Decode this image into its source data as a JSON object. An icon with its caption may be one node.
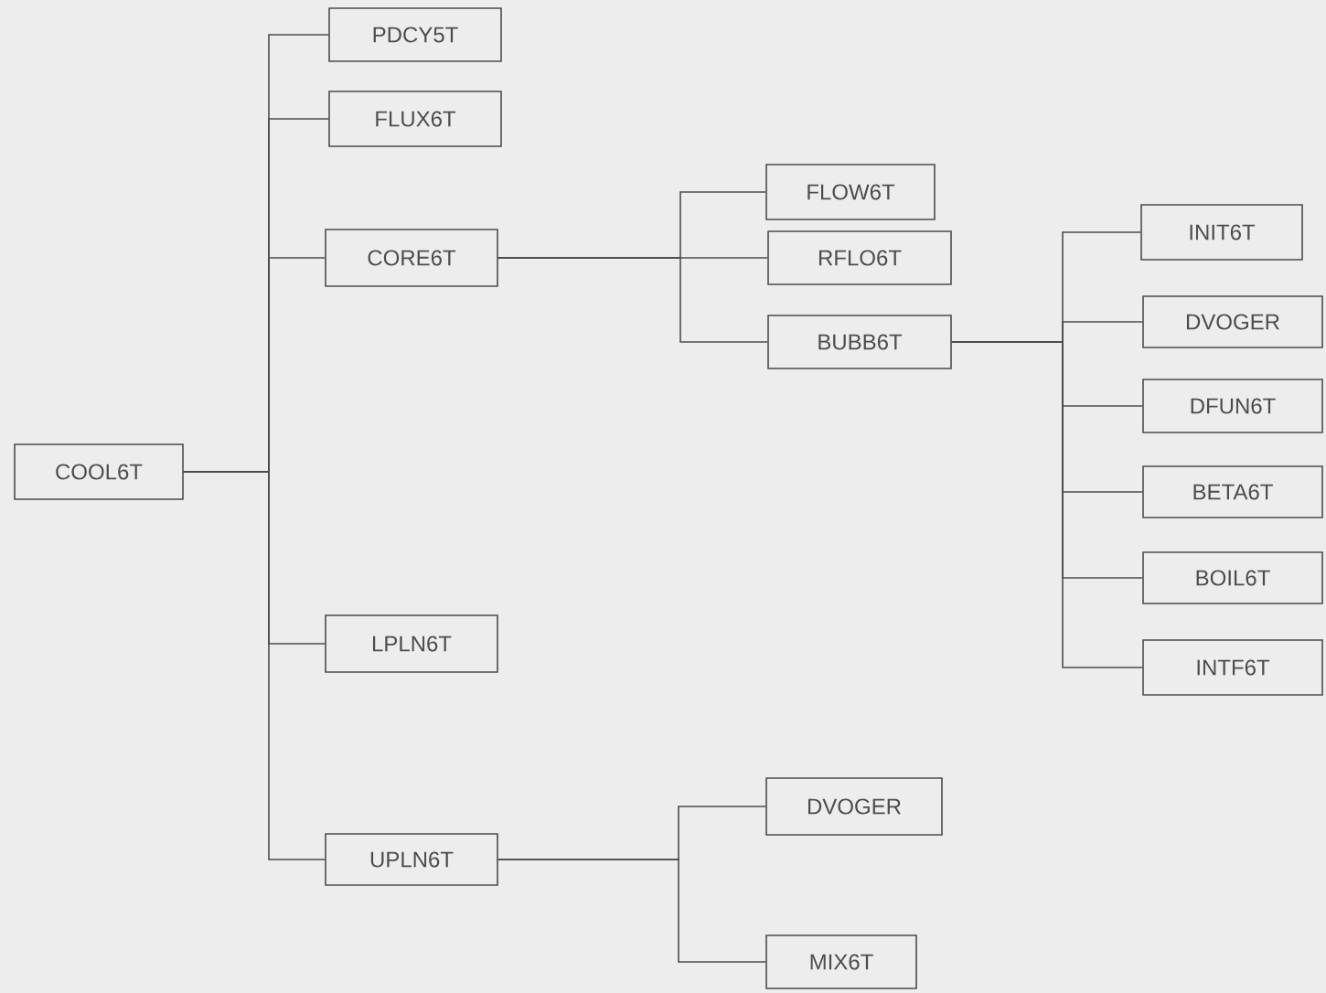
{
  "diagram": {
    "nodes": [
      {
        "text": [
          "COOL6T"
        ]
      },
      {
        "text": [
          "PDCY5T"
        ]
      },
      {
        "text": [
          "FLUX6T"
        ]
      },
      {
        "text": [
          "CORE6T"
        ]
      },
      {
        "text": [
          "LPLN6T"
        ]
      },
      {
        "text": [
          "UPLN6T"
        ]
      },
      {
        "text": [
          "FLOW6T"
        ]
      },
      {
        "text": [
          "RFLO6T"
        ]
      },
      {
        "text": [
          "BUBB6T"
        ]
      },
      {
        "text": [
          "INIT6T"
        ]
      },
      {
        "text": [
          "DVOGER"
        ]
      },
      {
        "text": [
          "DFUN6T"
        ]
      },
      {
        "text": [
          "BETA6T"
        ]
      },
      {
        "text": [
          "BOIL6T"
        ]
      },
      {
        "text": [
          "INTF6T"
        ]
      },
      {
        "text": [
          "DVOGER"
        ]
      },
      {
        "text": [
          "MIX6T"
        ]
      }
    ],
    "edges": [
      {
        "from": 0,
        "to": 1,
        "arrow": "none"
      },
      {
        "from": 0,
        "to": 2,
        "arrow": "none"
      },
      {
        "from": 0,
        "to": 3,
        "arrow": "none"
      },
      {
        "from": 0,
        "to": 4,
        "arrow": "none"
      },
      {
        "from": 0,
        "to": 5,
        "arrow": "none"
      },
      {
        "from": 3,
        "to": 6,
        "arrow": "none"
      },
      {
        "from": 3,
        "to": 7,
        "arrow": "none"
      },
      {
        "from": 3,
        "to": 8,
        "arrow": "none"
      },
      {
        "from": 8,
        "to": 9,
        "arrow": "none"
      },
      {
        "from": 8,
        "to": 10,
        "arrow": "none"
      },
      {
        "from": 8,
        "to": 11,
        "arrow": "none"
      },
      {
        "from": 8,
        "to": 12,
        "arrow": "none"
      },
      {
        "from": 8,
        "to": 13,
        "arrow": "none"
      },
      {
        "from": 8,
        "to": 14,
        "arrow": "none"
      },
      {
        "from": 5,
        "to": 15,
        "arrow": "none"
      },
      {
        "from": 5,
        "to": 16,
        "arrow": "none"
      }
    ]
  }
}
